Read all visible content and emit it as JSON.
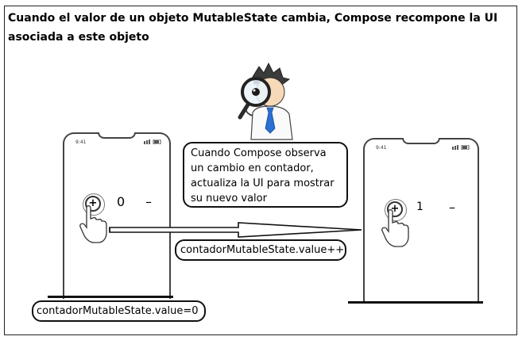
{
  "diagram": {
    "title": "Cuando el valor de un objeto MutableState cambia, Compose recompone la UI asociada a este objeto",
    "left_phone": {
      "time": "9:41",
      "counter_value": "0",
      "plus_symbol": "+",
      "minus_symbol": "–"
    },
    "right_phone": {
      "time": "9:41",
      "counter_value": "1",
      "plus_symbol": "+",
      "minus_symbol": "–"
    },
    "observe_note": "Cuando Compose observa un cambio en contador, actualiza la UI para mostrar su nuevo valor",
    "increment_label": "contadorMutableState.value++",
    "initial_label": "contadorMutableState.value=0",
    "icons": [
      "detective-magnifier-icon",
      "hand-pointer-icon"
    ]
  }
}
